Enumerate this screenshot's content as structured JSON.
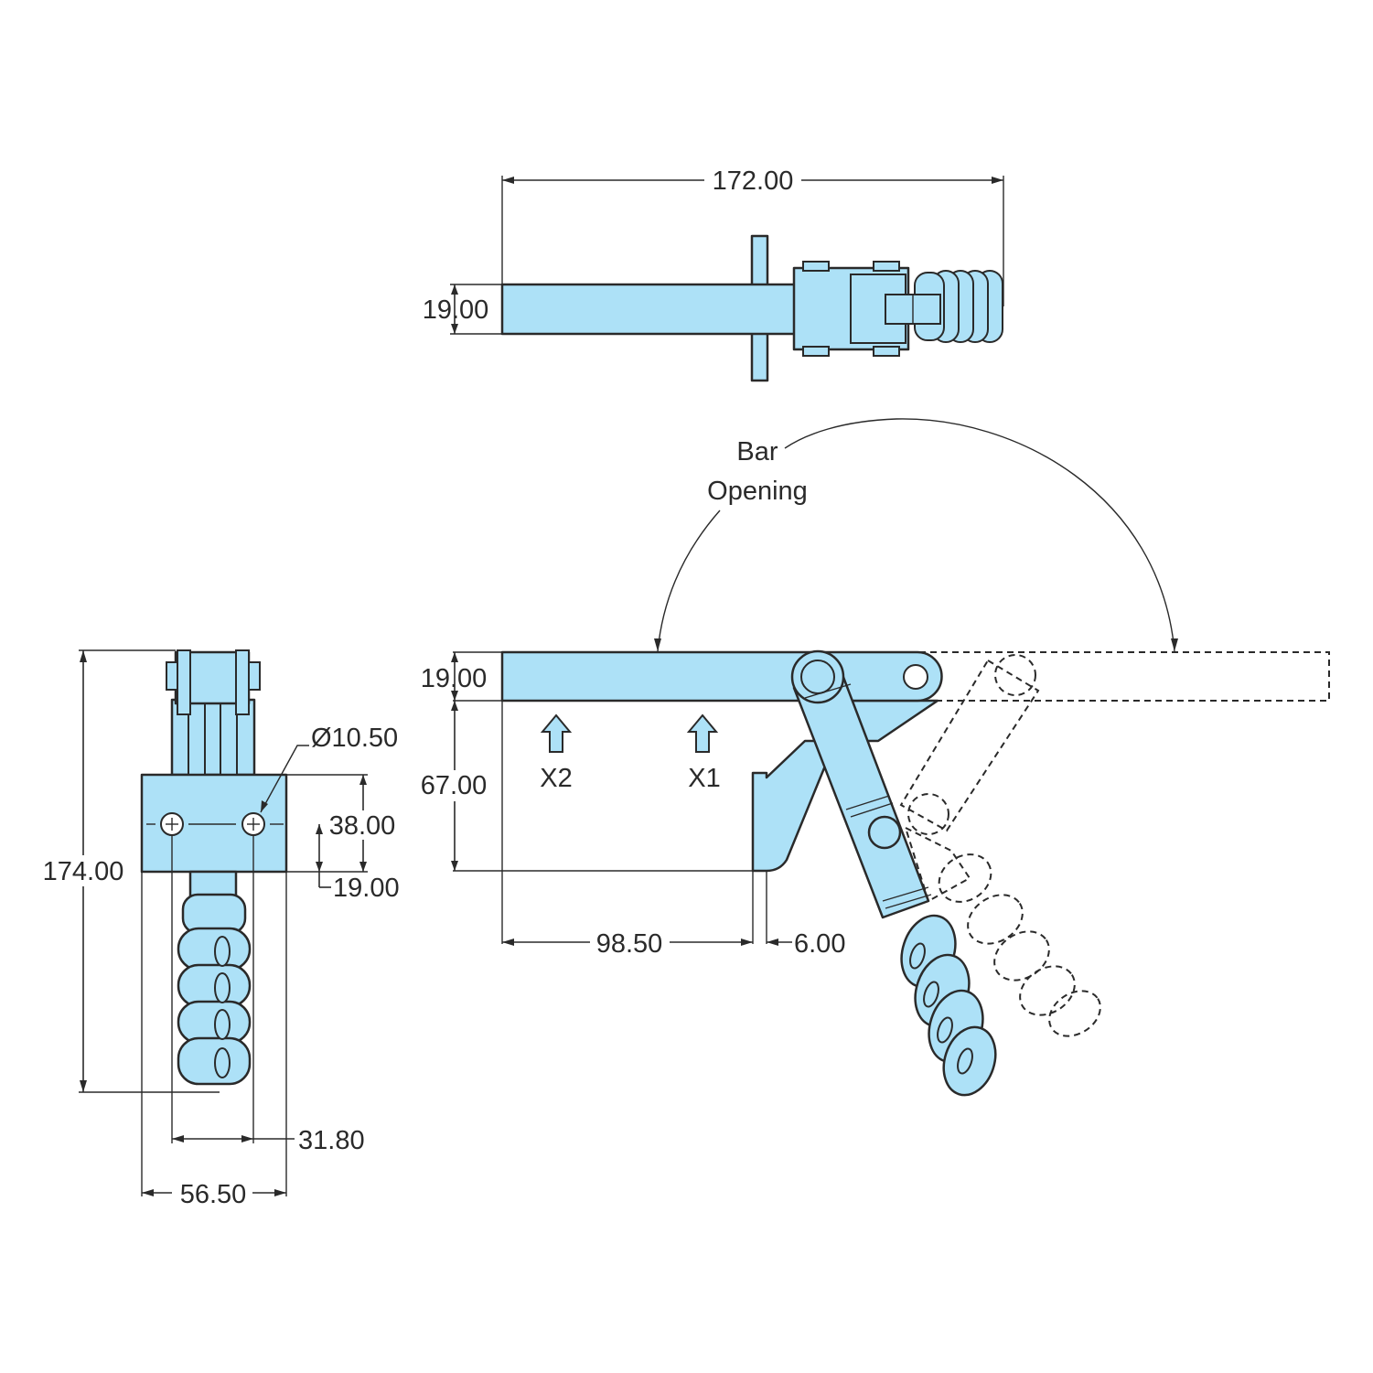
{
  "colors": {
    "part_fill": "#ade1f7",
    "line": "#2a2a2a",
    "background": "#ffffff"
  },
  "top_view": {
    "overall_length": "172.00",
    "bar_width": "19.00"
  },
  "side_view": {
    "bar_label_line1": "Bar",
    "bar_label_line2": "Opening",
    "bar_height": "19.00",
    "base_height": "67.00",
    "point_x2": "X2",
    "point_x1": "X1",
    "base_length": "98.50",
    "flange_thickness": "6.00"
  },
  "end_view": {
    "hole_diameter": "Ø10.50",
    "overall_height": "174.00",
    "base_plate_height": "38.00",
    "hole_height": "19.00",
    "hole_spacing": "31.80",
    "base_width": "56.50"
  }
}
